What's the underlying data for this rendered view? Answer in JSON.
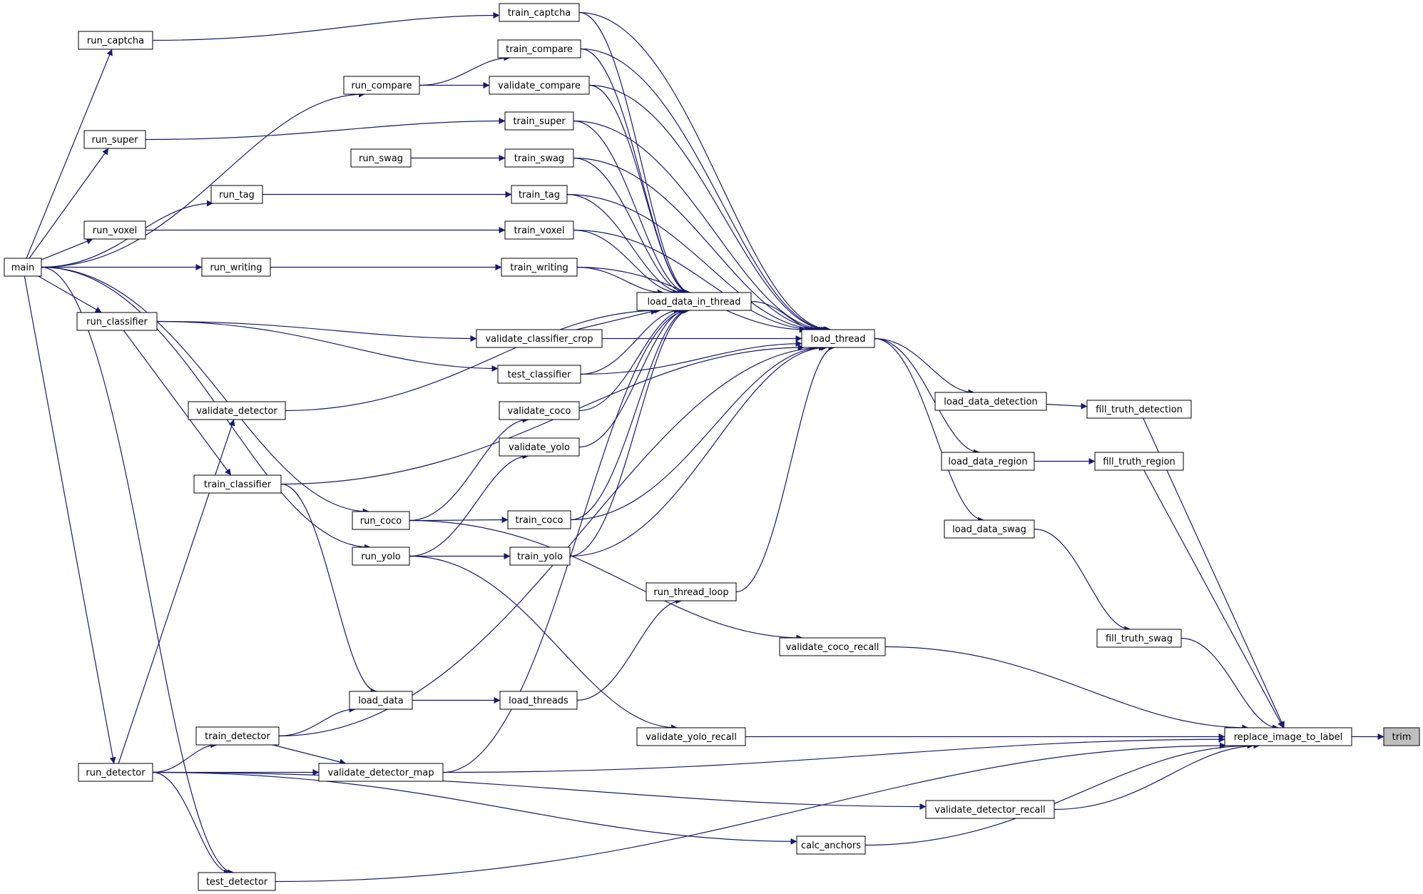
{
  "diagram": {
    "colors": {
      "edge": "#191970",
      "node_border": "#000000",
      "node_fill": "#ffffff",
      "highlight_fill": "#bfbfbf"
    },
    "nodes": [
      {
        "id": "main",
        "label": "main"
      },
      {
        "id": "run_captcha",
        "label": "run_captcha"
      },
      {
        "id": "run_compare",
        "label": "run_compare"
      },
      {
        "id": "run_super",
        "label": "run_super"
      },
      {
        "id": "run_swag",
        "label": "run_swag"
      },
      {
        "id": "run_tag",
        "label": "run_tag"
      },
      {
        "id": "run_voxel",
        "label": "run_voxel"
      },
      {
        "id": "run_writing",
        "label": "run_writing"
      },
      {
        "id": "run_classifier",
        "label": "run_classifier"
      },
      {
        "id": "validate_detector",
        "label": "validate_detector"
      },
      {
        "id": "train_classifier",
        "label": "train_classifier"
      },
      {
        "id": "run_coco",
        "label": "run_coco"
      },
      {
        "id": "run_yolo",
        "label": "run_yolo"
      },
      {
        "id": "load_data",
        "label": "load_data"
      },
      {
        "id": "train_detector",
        "label": "train_detector"
      },
      {
        "id": "run_detector",
        "label": "run_detector"
      },
      {
        "id": "test_detector",
        "label": "test_detector"
      },
      {
        "id": "validate_detector_map",
        "label": "validate_detector_map"
      },
      {
        "id": "train_captcha",
        "label": "train_captcha"
      },
      {
        "id": "train_compare",
        "label": "train_compare"
      },
      {
        "id": "validate_compare",
        "label": "validate_compare"
      },
      {
        "id": "train_super",
        "label": "train_super"
      },
      {
        "id": "train_swag",
        "label": "train_swag"
      },
      {
        "id": "train_tag",
        "label": "train_tag"
      },
      {
        "id": "train_voxel",
        "label": "train_voxel"
      },
      {
        "id": "train_writing",
        "label": "train_writing"
      },
      {
        "id": "load_data_in_thread",
        "label": "load_data_in_thread"
      },
      {
        "id": "validate_classifier_crop",
        "label": "validate_classifier_crop"
      },
      {
        "id": "test_classifier",
        "label": "test_classifier"
      },
      {
        "id": "validate_coco",
        "label": "validate_coco"
      },
      {
        "id": "validate_yolo",
        "label": "validate_yolo"
      },
      {
        "id": "train_coco",
        "label": "train_coco"
      },
      {
        "id": "train_yolo",
        "label": "train_yolo"
      },
      {
        "id": "run_thread_loop",
        "label": "run_thread_loop"
      },
      {
        "id": "load_threads",
        "label": "load_threads"
      },
      {
        "id": "validate_yolo_recall",
        "label": "validate_yolo_recall"
      },
      {
        "id": "validate_coco_recall",
        "label": "validate_coco_recall"
      },
      {
        "id": "calc_anchors",
        "label": "calc_anchors"
      },
      {
        "id": "load_thread",
        "label": "load_thread"
      },
      {
        "id": "load_data_detection",
        "label": "load_data_detection"
      },
      {
        "id": "load_data_region",
        "label": "load_data_region"
      },
      {
        "id": "load_data_swag",
        "label": "load_data_swag"
      },
      {
        "id": "validate_detector_recall",
        "label": "validate_detector_recall"
      },
      {
        "id": "fill_truth_detection",
        "label": "fill_truth_detection"
      },
      {
        "id": "fill_truth_region",
        "label": "fill_truth_region"
      },
      {
        "id": "fill_truth_swag",
        "label": "fill_truth_swag"
      },
      {
        "id": "replace_image_to_label",
        "label": "replace_image_to_label"
      },
      {
        "id": "trim",
        "label": "trim",
        "highlight": true
      }
    ],
    "edges": [
      [
        "main",
        "run_captcha"
      ],
      [
        "main",
        "run_compare"
      ],
      [
        "main",
        "run_super"
      ],
      [
        "main",
        "run_tag"
      ],
      [
        "main",
        "run_voxel"
      ],
      [
        "main",
        "run_writing"
      ],
      [
        "main",
        "run_classifier"
      ],
      [
        "main",
        "run_coco"
      ],
      [
        "main",
        "run_yolo"
      ],
      [
        "main",
        "run_detector"
      ],
      [
        "main",
        "test_detector"
      ],
      [
        "run_captcha",
        "train_captcha"
      ],
      [
        "run_compare",
        "train_compare"
      ],
      [
        "run_compare",
        "validate_compare"
      ],
      [
        "run_super",
        "train_super"
      ],
      [
        "run_swag",
        "train_swag"
      ],
      [
        "run_tag",
        "train_tag"
      ],
      [
        "run_voxel",
        "train_voxel"
      ],
      [
        "run_writing",
        "train_writing"
      ],
      [
        "run_classifier",
        "validate_classifier_crop"
      ],
      [
        "run_classifier",
        "test_classifier"
      ],
      [
        "run_classifier",
        "train_classifier"
      ],
      [
        "run_coco",
        "validate_coco"
      ],
      [
        "run_coco",
        "train_coco"
      ],
      [
        "run_coco",
        "validate_coco_recall"
      ],
      [
        "run_yolo",
        "validate_yolo"
      ],
      [
        "run_yolo",
        "train_yolo"
      ],
      [
        "run_yolo",
        "validate_yolo_recall"
      ],
      [
        "run_detector",
        "validate_detector"
      ],
      [
        "run_detector",
        "train_detector"
      ],
      [
        "run_detector",
        "validate_detector_map"
      ],
      [
        "run_detector",
        "validate_detector_recall"
      ],
      [
        "run_detector",
        "calc_anchors"
      ],
      [
        "run_detector",
        "test_detector"
      ],
      [
        "train_classifier",
        "load_data"
      ],
      [
        "train_detector",
        "load_data"
      ],
      [
        "train_detector",
        "validate_detector_map"
      ],
      [
        "load_data",
        "load_threads"
      ],
      [
        "load_threads",
        "run_thread_loop"
      ],
      [
        "validate_detector",
        "load_data_in_thread"
      ],
      [
        "validate_detector_map",
        "load_data_in_thread"
      ],
      [
        "train_captcha",
        "load_data_in_thread"
      ],
      [
        "train_compare",
        "load_data_in_thread"
      ],
      [
        "validate_compare",
        "load_data_in_thread"
      ],
      [
        "train_super",
        "load_data_in_thread"
      ],
      [
        "train_swag",
        "load_data_in_thread"
      ],
      [
        "train_tag",
        "load_data_in_thread"
      ],
      [
        "train_voxel",
        "load_data_in_thread"
      ],
      [
        "train_writing",
        "load_data_in_thread"
      ],
      [
        "validate_classifier_crop",
        "load_data_in_thread"
      ],
      [
        "test_classifier",
        "load_data_in_thread"
      ],
      [
        "validate_coco",
        "load_data_in_thread"
      ],
      [
        "validate_yolo",
        "load_data_in_thread"
      ],
      [
        "train_coco",
        "load_data_in_thread"
      ],
      [
        "train_yolo",
        "load_data_in_thread"
      ],
      [
        "train_captcha",
        "load_thread"
      ],
      [
        "train_compare",
        "load_thread"
      ],
      [
        "validate_compare",
        "load_thread"
      ],
      [
        "train_super",
        "load_thread"
      ],
      [
        "train_swag",
        "load_thread"
      ],
      [
        "train_tag",
        "load_thread"
      ],
      [
        "train_voxel",
        "load_thread"
      ],
      [
        "train_writing",
        "load_thread"
      ],
      [
        "load_data_in_thread",
        "load_thread"
      ],
      [
        "validate_classifier_crop",
        "load_thread"
      ],
      [
        "test_classifier",
        "load_thread"
      ],
      [
        "train_classifier",
        "load_thread"
      ],
      [
        "train_coco",
        "load_thread"
      ],
      [
        "train_yolo",
        "load_thread"
      ],
      [
        "run_thread_loop",
        "load_thread"
      ],
      [
        "train_detector",
        "load_thread"
      ],
      [
        "load_thread",
        "load_data_detection"
      ],
      [
        "load_thread",
        "load_data_region"
      ],
      [
        "load_thread",
        "load_data_swag"
      ],
      [
        "load_data_detection",
        "fill_truth_detection"
      ],
      [
        "load_data_region",
        "fill_truth_region"
      ],
      [
        "load_data_swag",
        "fill_truth_swag"
      ],
      [
        "fill_truth_detection",
        "replace_image_to_label"
      ],
      [
        "fill_truth_region",
        "replace_image_to_label"
      ],
      [
        "fill_truth_swag",
        "replace_image_to_label"
      ],
      [
        "validate_coco_recall",
        "replace_image_to_label"
      ],
      [
        "validate_yolo_recall",
        "replace_image_to_label"
      ],
      [
        "validate_detector_map",
        "replace_image_to_label"
      ],
      [
        "validate_detector_recall",
        "replace_image_to_label"
      ],
      [
        "calc_anchors",
        "replace_image_to_label"
      ],
      [
        "test_detector",
        "replace_image_to_label"
      ],
      [
        "replace_image_to_label",
        "trim"
      ]
    ]
  }
}
